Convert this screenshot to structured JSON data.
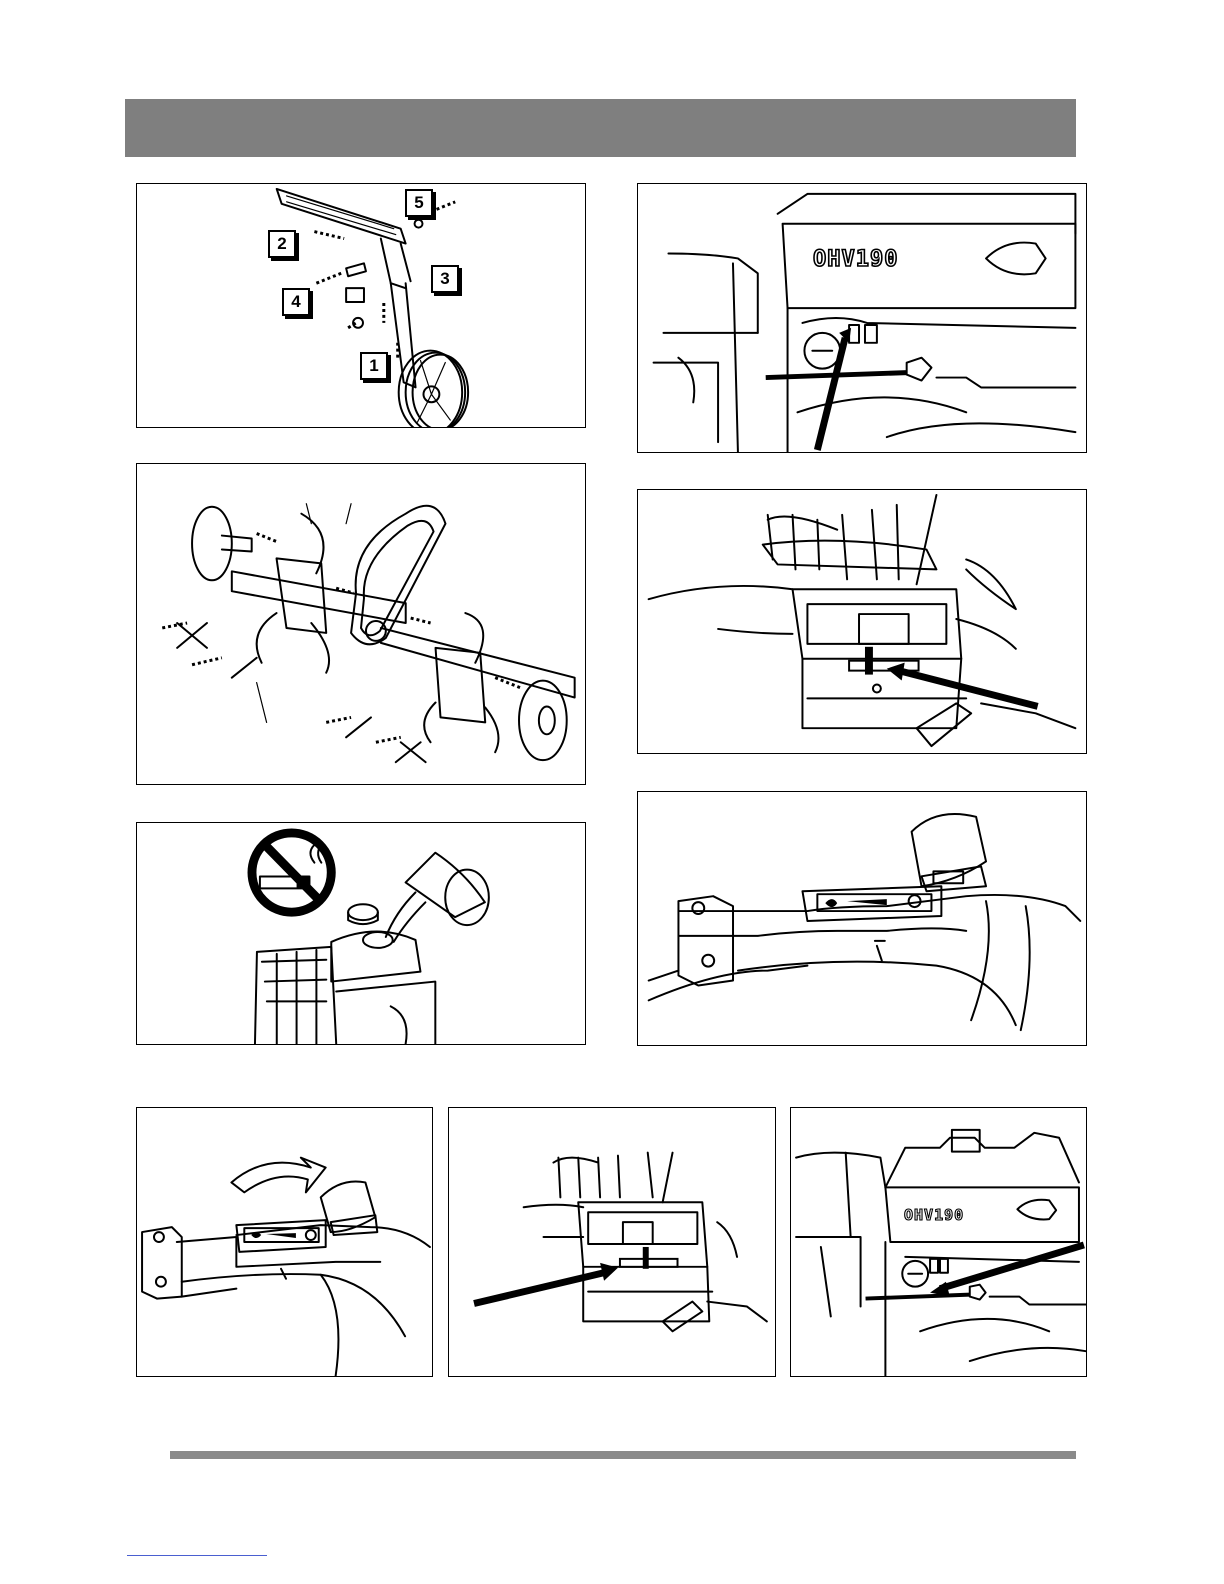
{
  "figures": {
    "wheel_assembly": {
      "step_labels": [
        "1",
        "2",
        "3",
        "4",
        "5"
      ]
    },
    "engine_fuel_valve": {
      "engine_label": "OHV190"
    },
    "engine_fuel_valve_small": {
      "engine_label": "OHV190"
    }
  }
}
